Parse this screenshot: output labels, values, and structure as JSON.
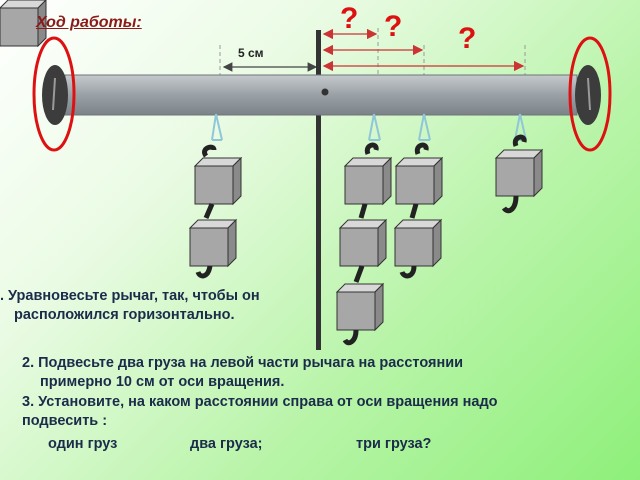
{
  "title": "Ход работы:",
  "question_marks": [
    "?",
    "?",
    "?"
  ],
  "distance_label": "5 см",
  "steps": {
    "step1_line1": ". Уравновесьте рычаг, так, чтобы он",
    "step1_line2": "расположился горизонтально.",
    "step2_line1": "2. Подвесьте два груза на левой части рычага на расстоянии",
    "step2_line2": "примерно  10 см от оси вращения.",
    "step3_line1": "3. Установите, на каком  расстоянии справа от оси вращения  надо",
    "step3_line2": "подвесить :",
    "opt_one": "один груз",
    "opt_two": "два груза;",
    "opt_three": "три груза?"
  },
  "colors": {
    "accent": "#d11111",
    "lever": "#9aa1a6",
    "text": "#1b2b4a",
    "title": "#8b1a1a"
  }
}
